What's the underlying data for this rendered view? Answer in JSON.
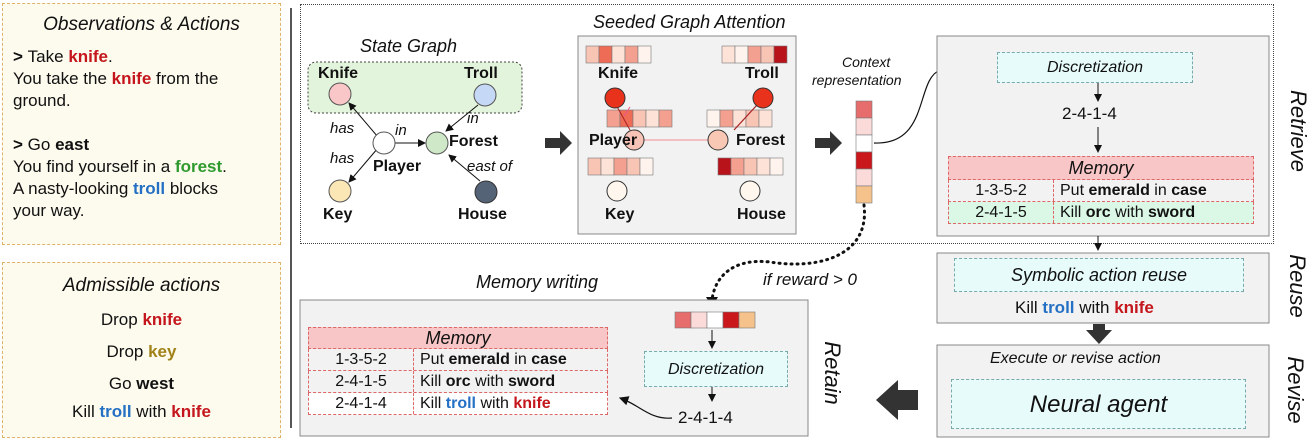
{
  "observations": {
    "title": "Observations & Actions",
    "line1_prefix": "> ",
    "line1_verb": "Take",
    "line1_obj": "knife",
    "line1_end": ".",
    "line2_a": "You take the ",
    "line2_obj": "knife",
    "line2_b": " from the",
    "line3": "ground.",
    "line4_prefix": "> ",
    "line4_verb": "Go",
    "line4_obj": "east",
    "line5_a": "You find yourself in a ",
    "line5_obj": "forest",
    "line5_end": ".",
    "line6_a": "A nasty-looking ",
    "line6_obj": "troll",
    "line6_b": " blocks",
    "line7": "your way."
  },
  "admissible": {
    "title": "Admissible actions",
    "a1_verb": "Drop ",
    "a1_obj": "knife",
    "a2_verb": "Drop ",
    "a2_obj": "key",
    "a3_verb": "Go ",
    "a3_obj": "west",
    "a4_verb": "Kill ",
    "a4_obj1": "troll",
    "a4_mid": " with ",
    "a4_obj2": "knife"
  },
  "state_graph": {
    "title": "State Graph",
    "nodes": {
      "knife": "Knife",
      "troll": "Troll",
      "player": "Player",
      "forest": "Forest",
      "key": "Key",
      "house": "House"
    },
    "edges": {
      "has1": "has",
      "has2": "has",
      "in1": "in",
      "in2": "in",
      "east_of": "east of"
    }
  },
  "attention": {
    "title": "Seeded Graph Attention",
    "nodes": {
      "knife": "Knife",
      "troll": "Troll",
      "player": "Player",
      "forest": "Forest",
      "key": "Key",
      "house": "House"
    }
  },
  "context": {
    "label1": "Context",
    "label2": "representation"
  },
  "retrieve": {
    "discretization": "Discretization",
    "code": "2-4-1-4",
    "memory_title": "Memory",
    "rows": [
      {
        "code": "1-3-5-2",
        "a": "Put ",
        "b": "emerald",
        "c": " in ",
        "d": "case"
      },
      {
        "code": "2-4-1-5",
        "a": "Kill ",
        "b": "orc",
        "c": " with ",
        "d": "sword"
      }
    ]
  },
  "reuse": {
    "title": "Symbolic action reuse",
    "action_verb": "Kill ",
    "action_obj1": "troll",
    "action_mid": " with ",
    "action_obj2": "knife"
  },
  "revise": {
    "title": "Execute or revise action",
    "agent": "Neural agent"
  },
  "retain": {
    "title": "Memory writing",
    "condition": "if reward > 0",
    "memory_title": "Memory",
    "rows": [
      {
        "code": "1-3-5-2",
        "a": "Put ",
        "b": "emerald",
        "c": " in ",
        "d": "case"
      },
      {
        "code": "2-4-1-5",
        "a": "Kill ",
        "b": "orc",
        "c": " with ",
        "d": "sword"
      },
      {
        "code": "2-4-1-4",
        "a": "Kill ",
        "b": "troll",
        "c": " with ",
        "d": "knife"
      }
    ],
    "discretization": "Discretization",
    "code": "2-4-1-4"
  },
  "phases": {
    "retrieve": "Retrieve",
    "reuse": "Reuse",
    "revise": "Revise",
    "retain": "Retain"
  }
}
